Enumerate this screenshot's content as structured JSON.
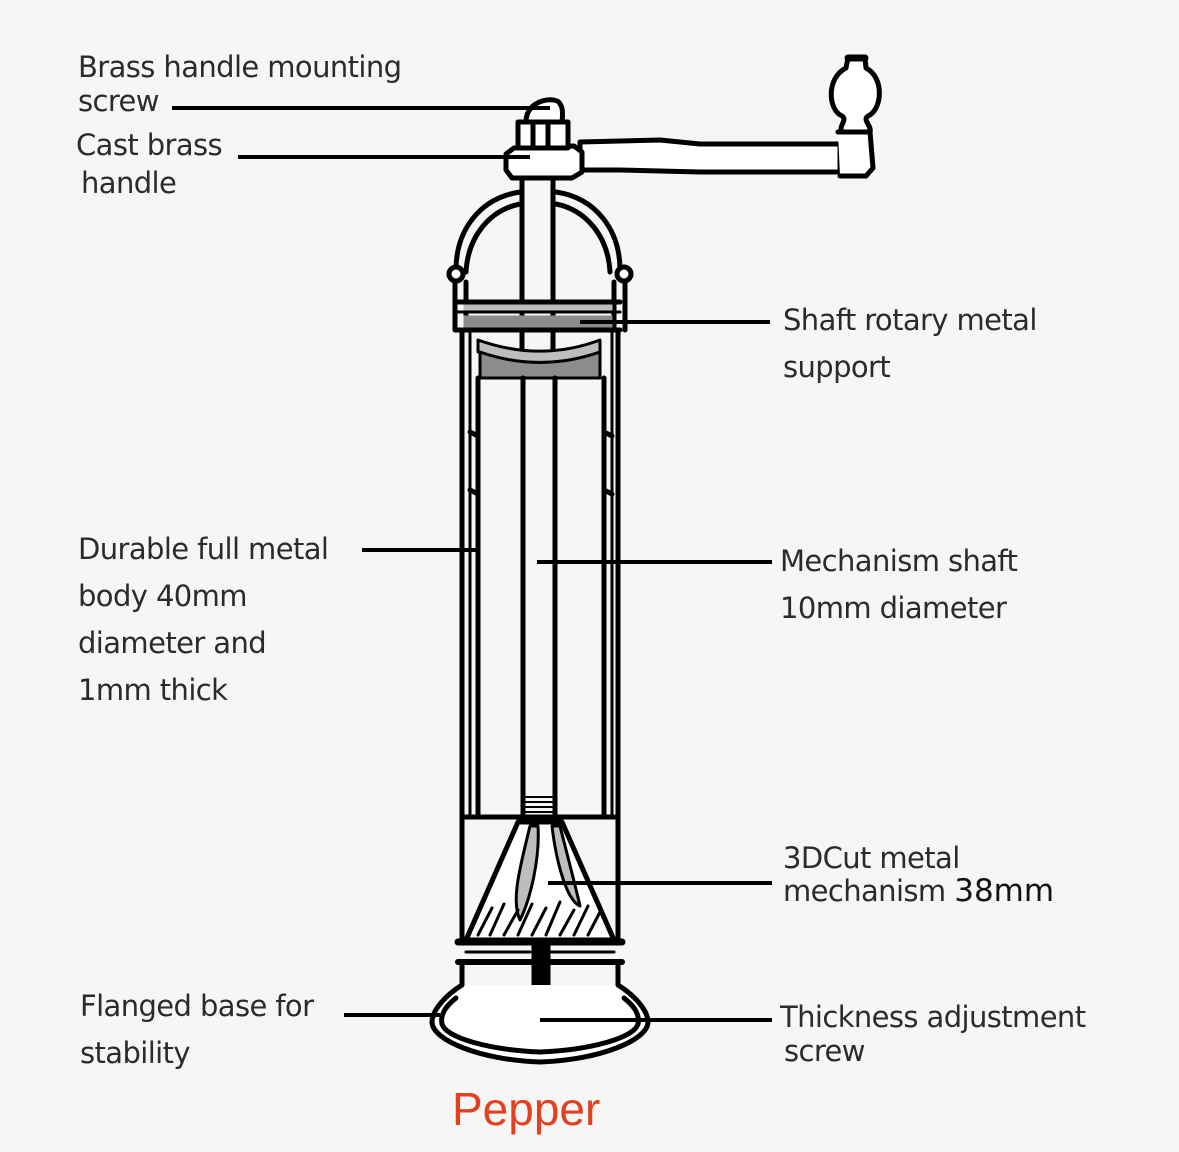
{
  "diagram": {
    "caption": "Pepper",
    "caption_color": "#e2401f",
    "line_color": "#000000",
    "background": "#f6f6f6",
    "shade_light": "#bdbdbd",
    "shade_dark": "#8c8c8c",
    "labels": {
      "mounting_screw": [
        "Brass handle mounting",
        "screw"
      ],
      "cast_handle": [
        "Cast brass",
        "handle"
      ],
      "shaft_support": [
        "Shaft rotary metal",
        "support"
      ],
      "body": [
        "Durable full metal",
        "body 40mm",
        "diameter and",
        "1mm thick"
      ],
      "mechanism_shaft": [
        "Mechanism shaft",
        "10mm diameter"
      ],
      "mechanism": [
        "3DCut metal",
        "mechanism",
        "38mm"
      ],
      "base": [
        "Flanged base for",
        "stability"
      ],
      "adjust_screw": [
        "Thickness adjustment",
        "screw"
      ]
    }
  }
}
